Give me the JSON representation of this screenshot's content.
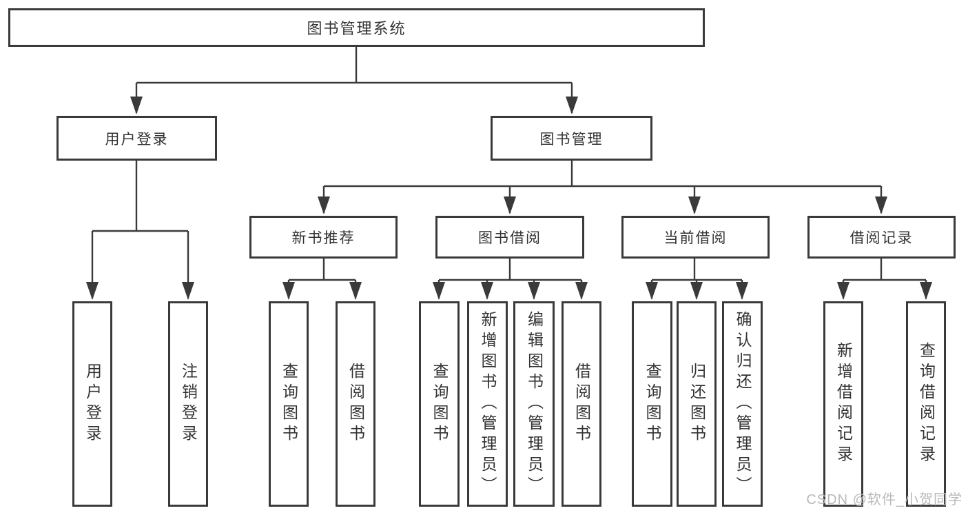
{
  "diagram": {
    "root": "图书管理系统",
    "level2": [
      "用户登录",
      "图书管理"
    ],
    "level3": [
      "新书推荐",
      "图书借阅",
      "当前借阅",
      "借阅记录"
    ],
    "leaves": {
      "user": [
        "用户登录",
        "注销登录"
      ],
      "newbook": [
        "查询图书",
        "借阅图书"
      ],
      "borrow": [
        "查询图书",
        "新增图书（管理员）",
        "编辑图书（管理员）",
        "借阅图书"
      ],
      "current": [
        "查询图书",
        "归还图书",
        "确认归还（管理员）"
      ],
      "record": [
        "新增借阅记录",
        "查询借阅记录"
      ]
    }
  },
  "watermark": "CSDN @软件_小贺同学",
  "colors": {
    "line": "#3a3a3a",
    "text": "#333333",
    "watermark": "#b9b9b9",
    "background": "#ffffff"
  }
}
